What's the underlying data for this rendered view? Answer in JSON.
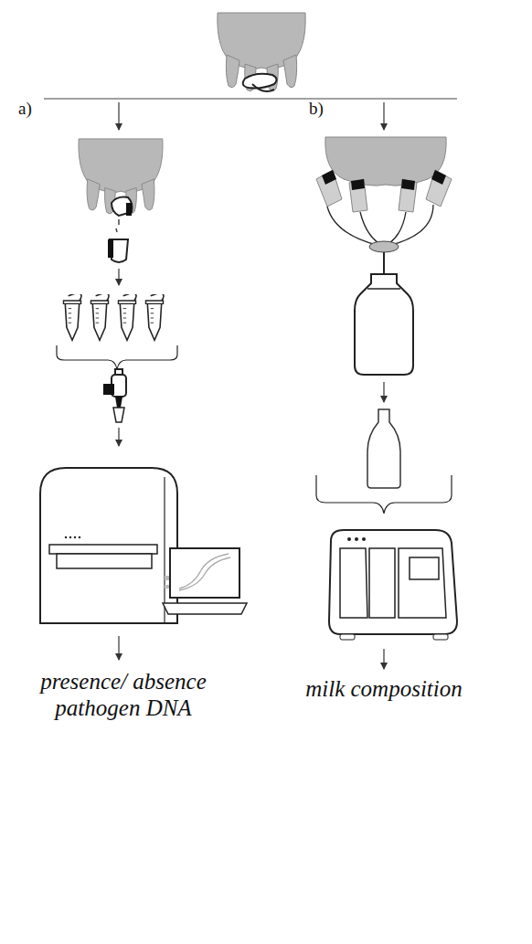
{
  "diagram": {
    "labels": [
      "a)",
      "b)",
      "presence/ absence pathogen DNA",
      "milk composition"
    ]
  }
}
